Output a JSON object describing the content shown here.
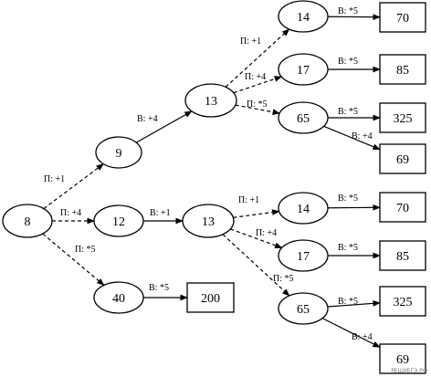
{
  "nodes": [
    {
      "id": "n8",
      "value": "8",
      "shape": "ellipse"
    },
    {
      "id": "n9",
      "value": "9",
      "shape": "ellipse"
    },
    {
      "id": "n12",
      "value": "12",
      "shape": "ellipse"
    },
    {
      "id": "n40",
      "value": "40",
      "shape": "ellipse"
    },
    {
      "id": "n200",
      "value": "200",
      "shape": "rect"
    },
    {
      "id": "n13a",
      "value": "13",
      "shape": "ellipse"
    },
    {
      "id": "n13b",
      "value": "13",
      "shape": "ellipse"
    },
    {
      "id": "n14a",
      "value": "14",
      "shape": "ellipse"
    },
    {
      "id": "n17a",
      "value": "17",
      "shape": "ellipse"
    },
    {
      "id": "n65a",
      "value": "65",
      "shape": "ellipse"
    },
    {
      "id": "n14b",
      "value": "14",
      "shape": "ellipse"
    },
    {
      "id": "n17b",
      "value": "17",
      "shape": "ellipse"
    },
    {
      "id": "n65b",
      "value": "65",
      "shape": "ellipse"
    },
    {
      "id": "n70a",
      "value": "70",
      "shape": "rect"
    },
    {
      "id": "n85a",
      "value": "85",
      "shape": "rect"
    },
    {
      "id": "n325a",
      "value": "325",
      "shape": "rect"
    },
    {
      "id": "n69a",
      "value": "69",
      "shape": "rect"
    },
    {
      "id": "n70b",
      "value": "70",
      "shape": "rect"
    },
    {
      "id": "n85b",
      "value": "85",
      "shape": "rect"
    },
    {
      "id": "n325b",
      "value": "325",
      "shape": "rect"
    },
    {
      "id": "n69b",
      "value": "69",
      "shape": "rect"
    }
  ],
  "edges": [
    {
      "from": "n8",
      "to": "n9",
      "label": "П: +1",
      "style": "dashed"
    },
    {
      "from": "n8",
      "to": "n12",
      "label": "П: +4",
      "style": "dashed"
    },
    {
      "from": "n8",
      "to": "n40",
      "label": "П: *5",
      "style": "dashed"
    },
    {
      "from": "n40",
      "to": "n200",
      "label": "В: *5",
      "style": "solid"
    },
    {
      "from": "n9",
      "to": "n13a",
      "label": "В: +4",
      "style": "solid"
    },
    {
      "from": "n12",
      "to": "n13b",
      "label": "В: +1",
      "style": "solid"
    },
    {
      "from": "n13a",
      "to": "n14a",
      "label": "П: +1",
      "style": "dashed"
    },
    {
      "from": "n13a",
      "to": "n17a",
      "label": "П: +4",
      "style": "dashed"
    },
    {
      "from": "n13a",
      "to": "n65a",
      "label": "П: *5",
      "style": "dashed"
    },
    {
      "from": "n14a",
      "to": "n70a",
      "label": "В: *5",
      "style": "solid"
    },
    {
      "from": "n17a",
      "to": "n85a",
      "label": "В: *5",
      "style": "solid"
    },
    {
      "from": "n65a",
      "to": "n325a",
      "label": "В: *5",
      "style": "solid"
    },
    {
      "from": "n65a",
      "to": "n69a",
      "label": "В: +4",
      "style": "solid"
    },
    {
      "from": "n13b",
      "to": "n14b",
      "label": "П: +1",
      "style": "dashed"
    },
    {
      "from": "n13b",
      "to": "n17b",
      "label": "П: +4",
      "style": "dashed"
    },
    {
      "from": "n13b",
      "to": "n65b",
      "label": "П: *5",
      "style": "dashed"
    },
    {
      "from": "n14b",
      "to": "n70b",
      "label": "В: *5",
      "style": "solid"
    },
    {
      "from": "n17b",
      "to": "n85b",
      "label": "В: *5",
      "style": "solid"
    },
    {
      "from": "n65b",
      "to": "n325b",
      "label": "В: *5",
      "style": "solid"
    },
    {
      "from": "n65b",
      "to": "n69b",
      "label": "В: +4",
      "style": "solid"
    }
  ],
  "watermark": "РЕШУЕГЭ.РФ"
}
